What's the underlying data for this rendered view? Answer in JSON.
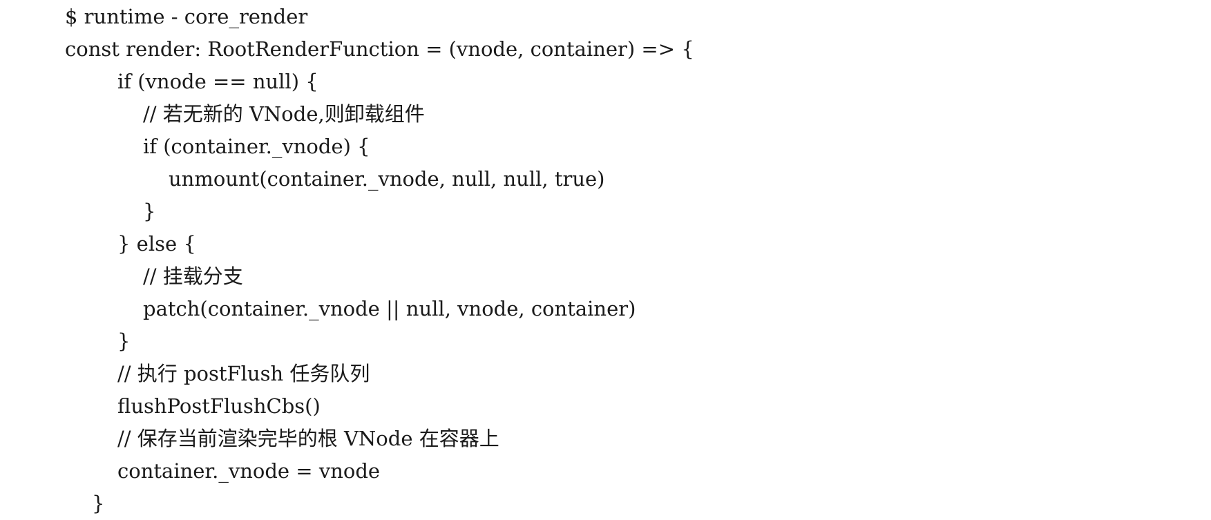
{
  "code_lines": [
    "$ runtime - core_render",
    "const render: RootRenderFunction = (vnode, container) => {",
    "if (vnode == null) {",
    "// 若无新的 VNode,则卸载组件",
    "if (container._vnode) {",
    "unmount(container._vnode, null, null, true)",
    "}",
    "} else {",
    "// 挂载分支",
    "patch(container._vnode || null, vnode, container)",
    "}",
    "// 执行 postFlush 任务队列",
    "flushPostFlushCbs()",
    "// 保存当前渲染完毕的根 VNode 在容器上",
    "container._vnode = vnode",
    "}"
  ]
}
